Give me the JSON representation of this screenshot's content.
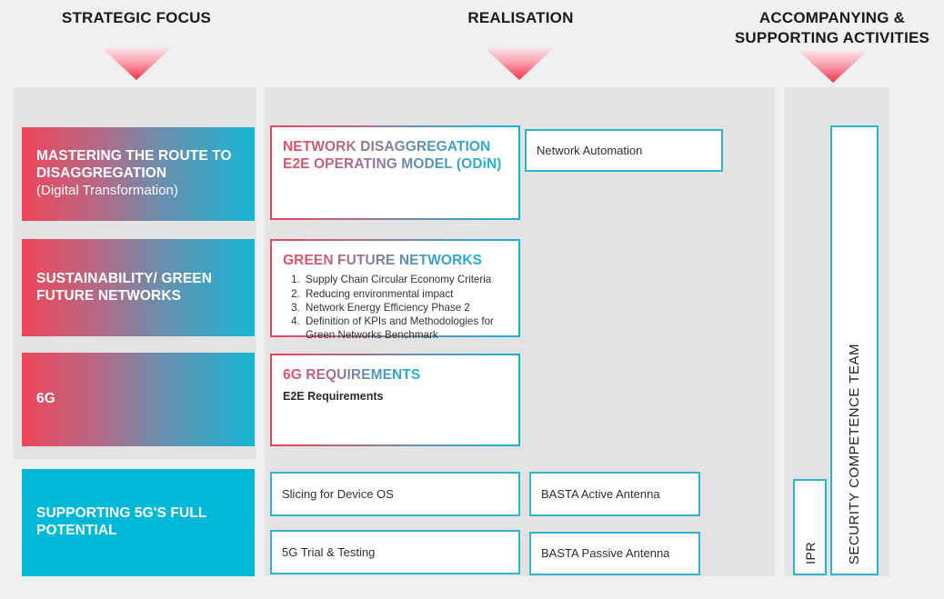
{
  "headers": {
    "strategic": "STRATEGIC FOCUS",
    "realisation": "REALISATION",
    "accompanying": "ACCOMPANYING & SUPPORTING ACTIVITIES"
  },
  "colors": {
    "background": "#f0f0f0",
    "panel": "#e3e3e3",
    "red": "#ef4056",
    "cyan": "#00b9d8",
    "border_cyan": "#2bb5cf",
    "text_dark": "#2f2f2f"
  },
  "strategic_focus": {
    "pillars": [
      {
        "id": "mastering",
        "title": "MASTERING THE ROUTE TO DISAGGREGATION",
        "subtitle": "(Digital Transformation)",
        "style": "gradient"
      },
      {
        "id": "sustainability",
        "title": "SUSTAINABILITY/ GREEN FUTURE NETWORKS",
        "subtitle": "",
        "style": "gradient"
      },
      {
        "id": "6g",
        "title": "6G",
        "subtitle": "",
        "style": "gradient"
      },
      {
        "id": "supporting",
        "title": "SUPPORTING 5G'S FULL POTENTIAL",
        "subtitle": "",
        "style": "solid-cyan"
      }
    ]
  },
  "realisation": {
    "primary_cards": [
      {
        "id": "odin",
        "title": "NETWORK DISAGGREGATION E2E OPERATING MODEL (ODiN)",
        "body": "",
        "items": []
      },
      {
        "id": "green-future-networks",
        "title": "GREEN FUTURE NETWORKS",
        "body": "",
        "items": [
          "Supply Chain Circular Economy Criteria",
          "Reducing environmental impact",
          "Network Energy Efficiency Phase 2",
          "Definition of KPIs and Methodologies for Green Networks Benchmark"
        ]
      },
      {
        "id": "6g-requirements",
        "title": "6G REQUIREMENTS",
        "body": "E2E Requirements",
        "items": []
      }
    ],
    "secondary_cards": [
      {
        "id": "network-automation",
        "label": "Network Automation"
      },
      {
        "id": "slicing-for-device-os",
        "label": "Slicing for Device OS"
      },
      {
        "id": "5g-trial-and-testing",
        "label": "5G Trial & Testing"
      },
      {
        "id": "basta-active-antenna",
        "label": "BASTA Active Antenna"
      },
      {
        "id": "basta-passive-antenna",
        "label": "BASTA Passive Antenna"
      }
    ]
  },
  "accompanying_activities": {
    "vertical_cards": [
      {
        "id": "ipr",
        "label": "IPR"
      },
      {
        "id": "security-competence-team",
        "label": "SECURITY COMPETENCE TEAM"
      }
    ]
  }
}
